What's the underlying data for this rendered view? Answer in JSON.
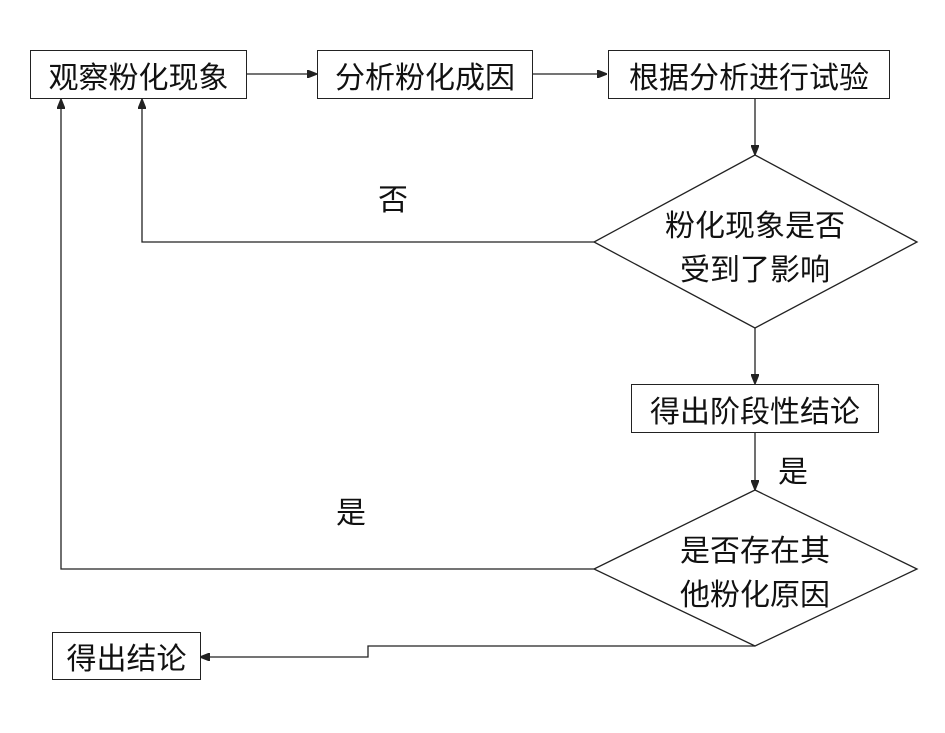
{
  "nodes": {
    "observe": "观察粉化现象",
    "analyze": "分析粉化成因",
    "experiment": "根据分析进行试验",
    "decision1": {
      "line1": "粉化现象是否",
      "line2": "受到了影响"
    },
    "stage_conclusion": "得出阶段性结论",
    "decision2": {
      "line1": "是否存在其",
      "line2": "他粉化原因"
    },
    "final": "得出结论"
  },
  "labels": {
    "no": "否",
    "yes_right": "是",
    "yes_left": "是"
  }
}
